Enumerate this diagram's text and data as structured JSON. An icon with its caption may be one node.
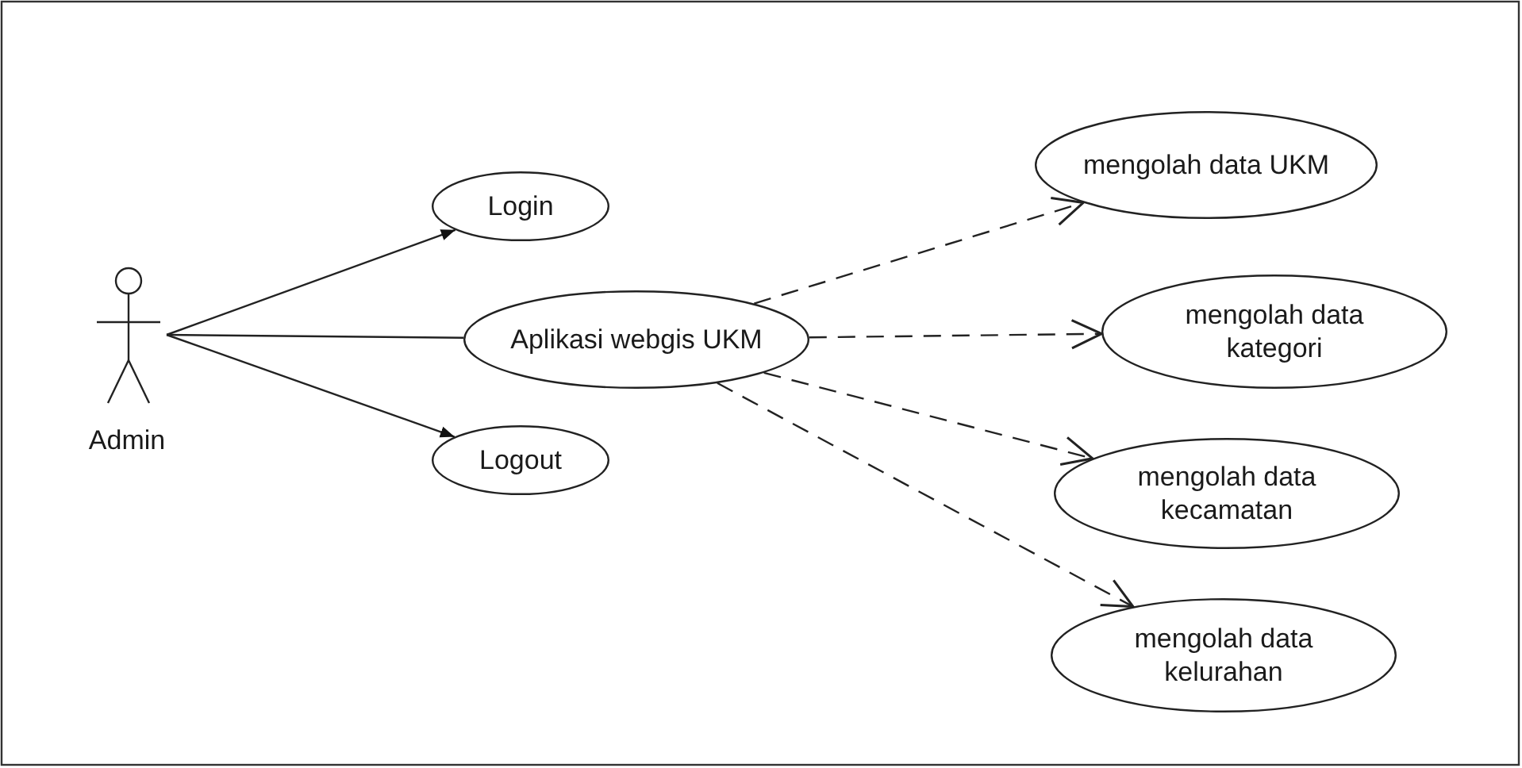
{
  "diagram": {
    "nodes": [
      {
        "text": [
          "Admin"
        ]
      },
      {
        "text": [
          "Login"
        ]
      },
      {
        "text": [
          "Aplikasi webgis UKM"
        ]
      },
      {
        "text": [
          "Logout"
        ]
      },
      {
        "text": [
          "mengolah data UKM"
        ]
      },
      {
        "text": [
          "mengolah data kategori"
        ]
      },
      {
        "text": [
          "mengolah data kecamatan"
        ]
      },
      {
        "text": [
          "mengolah data kelurahan"
        ]
      }
    ],
    "edges": [
      {
        "from": 0,
        "to": 1,
        "arrow": "to"
      },
      {
        "from": 0,
        "to": 2,
        "arrow": "none"
      },
      {
        "from": 0,
        "to": 3,
        "arrow": "to"
      },
      {
        "from": 2,
        "to": 4,
        "arrow": "to",
        "style": "dashed"
      },
      {
        "from": 2,
        "to": 5,
        "arrow": "to",
        "style": "dashed"
      },
      {
        "from": 2,
        "to": 6,
        "arrow": "to",
        "style": "dashed"
      },
      {
        "from": 2,
        "to": 7,
        "arrow": "to",
        "style": "dashed"
      }
    ]
  }
}
